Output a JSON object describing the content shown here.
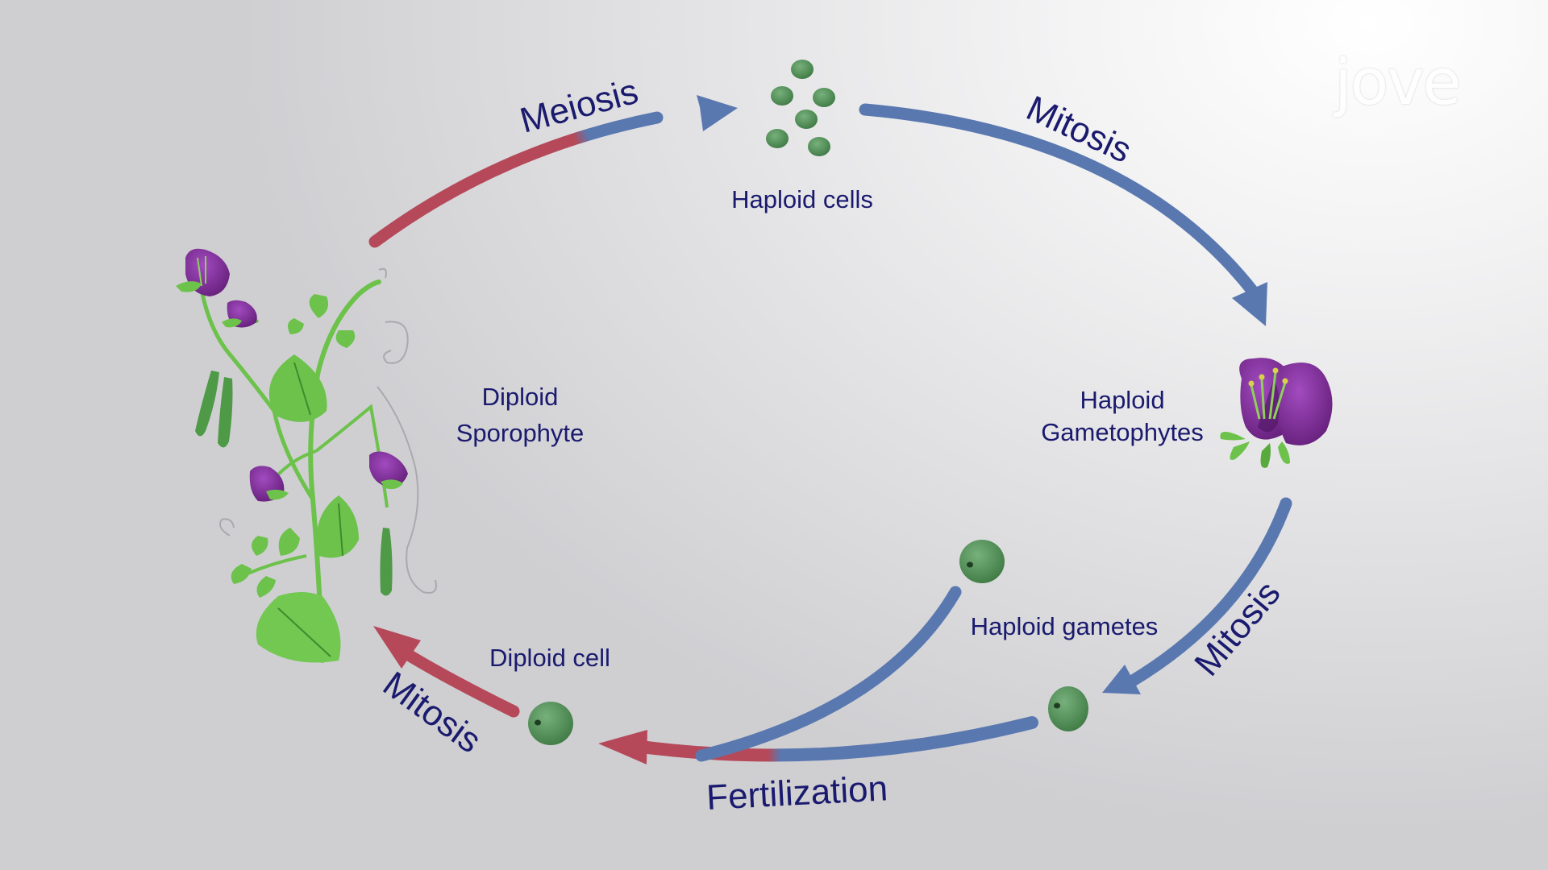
{
  "colors": {
    "blue_arrow": "#5a78b0",
    "red_arrow": "#b5495a",
    "label": "#1a1a6e",
    "cell_green": "#4f8f55",
    "flower_purple": "#7a2590",
    "leaf_green": "#6cc24a"
  },
  "labels": {
    "meiosis": "Meiosis",
    "mitosis_top": "Mitosis",
    "haploid_cells": "Haploid cells",
    "haploid": "Haploid",
    "gametophytes": "Gametophytes",
    "mitosis_right": "Mitosis",
    "haploid_gametes": "Haploid gametes",
    "fertilization": "Fertilization",
    "diploid_cell": "Diploid cell",
    "mitosis_left": "Mitosis",
    "diploid": "Diploid",
    "sporophyte": "Sporophyte"
  },
  "logo": {
    "text": "jove"
  }
}
